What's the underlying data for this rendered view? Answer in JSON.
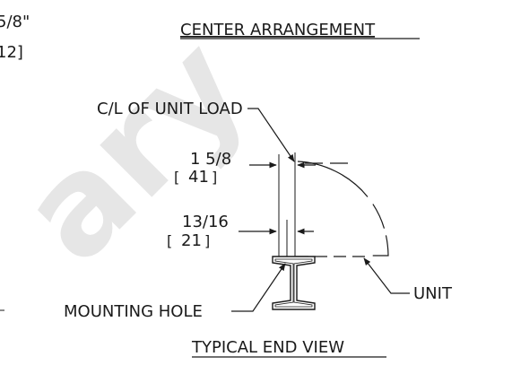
{
  "drawing": {
    "partial_dim": {
      "line1": "5/8\"",
      "line2": "12]"
    },
    "arrangement_title": "CENTER ARRANGEMENT",
    "view_title": "TYPICAL END VIEW",
    "callouts": {
      "centerline": "C/L OF UNIT LOAD",
      "mounting_hole": "MOUNTING HOLE",
      "unit": "UNIT"
    },
    "dimensions": {
      "upper": {
        "imperial": "1 5/8",
        "metric_open": "[",
        "metric": "41",
        "metric_close": "]"
      },
      "lower": {
        "imperial": "13/16",
        "metric_open": "[",
        "metric": "21",
        "metric_close": "]"
      }
    },
    "watermark": "ary",
    "colors": {
      "ink": "#1a1a1a",
      "watermark": "#e6e6e6"
    }
  }
}
